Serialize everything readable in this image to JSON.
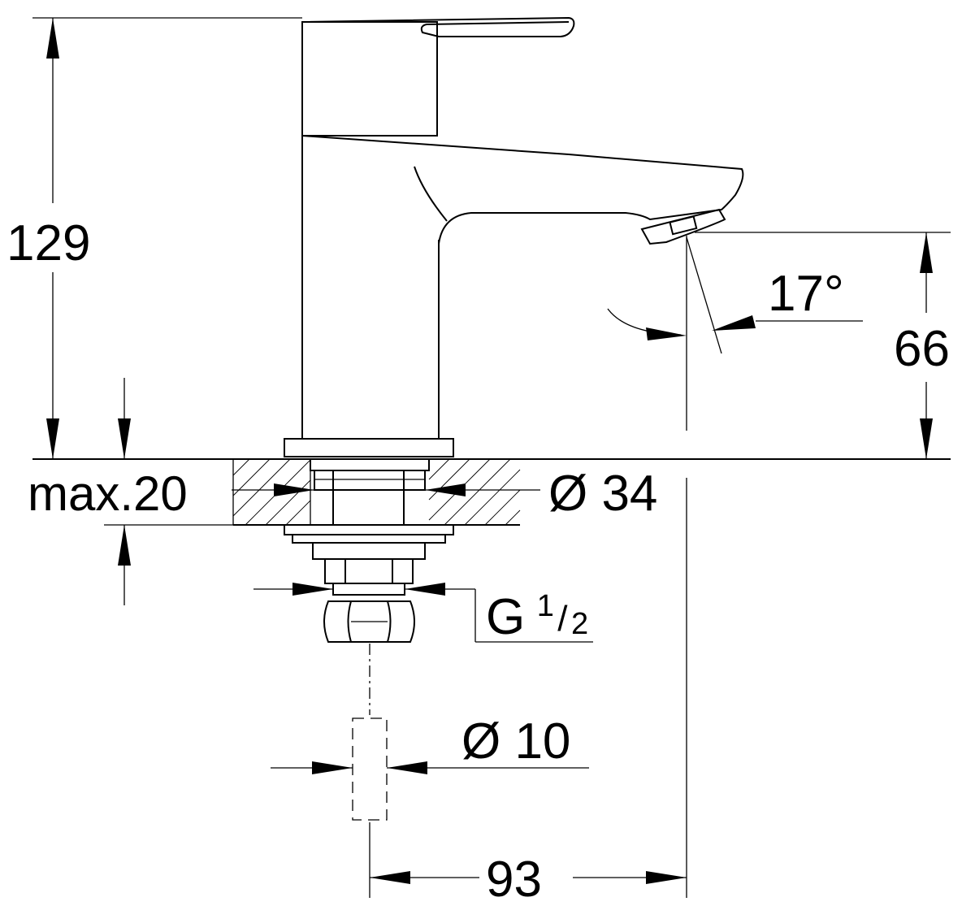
{
  "dimensions": {
    "total_height": "129",
    "spout_height": "66",
    "spout_angle": "17°",
    "max_deck_thickness": "max.20",
    "hole_diameter": "Ø 34",
    "thread_prefix": "G",
    "thread_num": "1",
    "thread_den": "2",
    "pipe_diameter": "Ø 10",
    "projection": "93"
  }
}
